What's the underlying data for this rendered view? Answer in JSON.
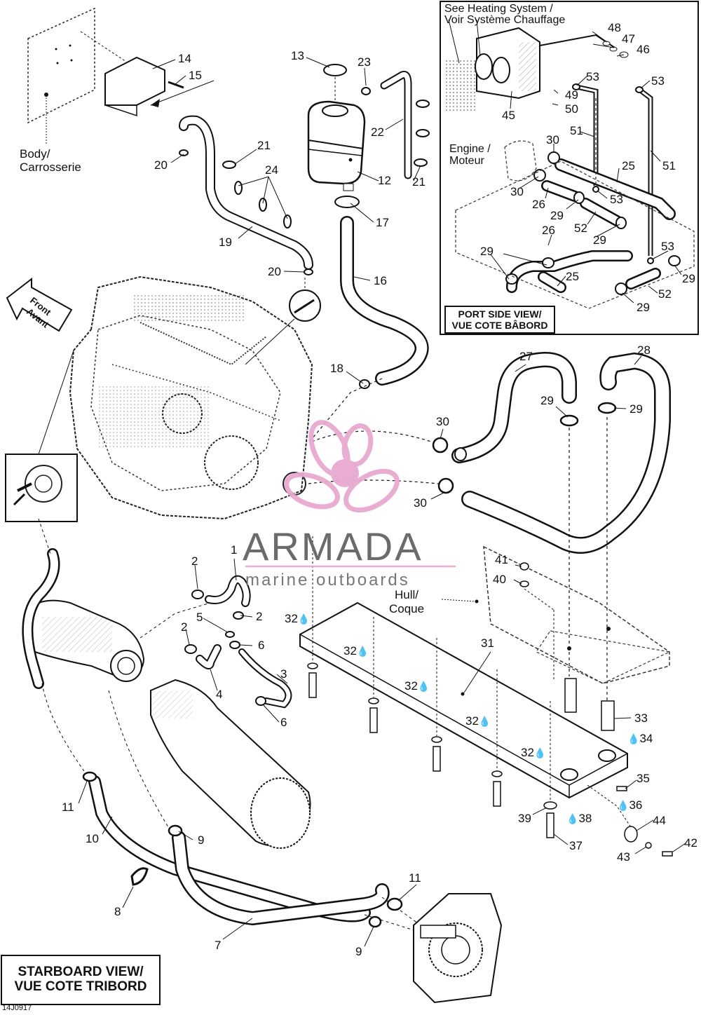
{
  "inset": {
    "see_heating_line1": "See Heating System /",
    "see_heating_line2": "Voir Système Chauffage",
    "engine_line1": "Engine /",
    "engine_line2": "Moteur",
    "port_view_line1": "PORT SIDE VIEW/",
    "port_view_line2": "VUE COTE BÂBORD"
  },
  "labels": {
    "body_line1": "Body/",
    "body_line2": "Carrosserie",
    "front_line1": "Front",
    "front_line2": "Avant",
    "hull_line1": "Hull/",
    "hull_line2": "Coque",
    "starboard_line1": "STARBOARD VIEW/",
    "starboard_line2": "VUE COTE TRIBORD",
    "diagram_code": "14J0917"
  },
  "watermark": {
    "brand": "ARMADA",
    "tagline": "marine outboards",
    "colors": {
      "logo": "#e7a9cf",
      "text": "#6b6b6b",
      "rule": "#e7a9cf"
    }
  },
  "callouts": {
    "c1": "1",
    "c2a": "2",
    "c2b": "2",
    "c2c": "2",
    "c3": "3",
    "c4": "4",
    "c5": "5",
    "c6a": "6",
    "c6b": "6",
    "c7": "7",
    "c8": "8",
    "c9a": "9",
    "c9b": "9",
    "c10": "10",
    "c11a": "11",
    "c11b": "11",
    "c12": "12",
    "c13": "13",
    "c14": "14",
    "c15": "15",
    "c16": "16",
    "c17": "17",
    "c18": "18",
    "c19": "19",
    "c20a": "20",
    "c20b": "20",
    "c21a": "21",
    "c21b": "21",
    "c22": "22",
    "c23": "23",
    "c24": "24",
    "c25a": "25",
    "c25b": "25",
    "c26a": "26",
    "c26b": "26",
    "c27": "27",
    "c28": "28",
    "c29a": "29",
    "c29b": "29",
    "c29c": "29",
    "c29d": "29",
    "c29e": "29",
    "c29f": "29",
    "c29g": "29",
    "c30a": "30",
    "c30b": "30",
    "c30c": "30",
    "c30d": "30",
    "c31": "31",
    "c32a": "32",
    "c32b": "32",
    "c32c": "32",
    "c32d": "32",
    "c32e": "32",
    "c33": "33",
    "c34": "34",
    "c35": "35",
    "c36": "36",
    "c37": "37",
    "c38": "38",
    "c39": "39",
    "c40": "40",
    "c41": "41",
    "c42": "42",
    "c43": "43",
    "c44": "44",
    "c45": "45",
    "c46": "46",
    "c47": "47",
    "c48": "48",
    "c49": "49",
    "c50": "50",
    "c51a": "51",
    "c51b": "51",
    "c52a": "52",
    "c52b": "52",
    "c53a": "53",
    "c53b": "53",
    "c53c": "53",
    "c53d": "53"
  }
}
